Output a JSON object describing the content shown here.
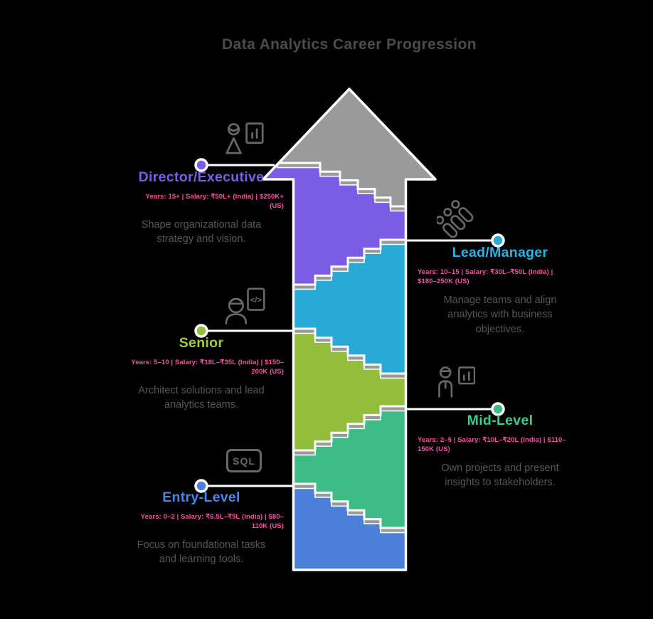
{
  "title": {
    "text": "Data Analytics Career Progression",
    "color": "#4c4c4c"
  },
  "arrow": {
    "head_color": "#9a9a9a",
    "step_color": "#9a9a9a",
    "outline_color": "#ffffff"
  },
  "accents": {
    "subtitle_color": "#f351a5",
    "description_color": "#53575c",
    "icon_color": "#686868"
  },
  "levels": [
    {
      "id": "director",
      "name": "Director/Executive",
      "side": "left",
      "color": "#7b5ce4",
      "title_color": "#7b5ce4",
      "years_salary": "Years: 15+ | Salary: ₹50L+ (India) | $250K+ (US)",
      "description": "Shape organizational data strategy and vision.",
      "icon": "presentation-person-icon"
    },
    {
      "id": "lead-manager",
      "name": "Lead/Manager",
      "side": "right",
      "color": "#29a9d5",
      "title_color": "#2bb3e6",
      "years_salary": "Years: 10–15 | Salary: ₹30L–₹50L (India) | $180–250K (US)",
      "description": "Manage teams and align analytics with business objectives.",
      "icon": "team-diagonal-icon"
    },
    {
      "id": "senior",
      "name": "Senior",
      "side": "left",
      "color": "#93bd3d",
      "title_color": "#a4cc3a",
      "years_salary": "Years: 5–10 | Salary: ₹18L–₹35L (India) | $150–200K (US)",
      "description": "Architect solutions and lead analytics teams.",
      "icon": "engineer-code-icon",
      "icon_text": "</>"
    },
    {
      "id": "mid-level",
      "name": "Mid-Level",
      "side": "right",
      "color": "#3ebc85",
      "title_color": "#3bcd8e",
      "years_salary": "Years: 2–5 | Salary: ₹10L–₹20L (India) | $110–150K (US)",
      "description": "Own projects and present insights to stakeholders.",
      "icon": "person-chart-icon"
    },
    {
      "id": "entry-level",
      "name": "Entry-Level",
      "side": "left",
      "color": "#4a80d9",
      "title_color": "#4a86ea",
      "years_salary": "Years: 0–2 | Salary: ₹6.5L–₹9L (India) | $80–110K (US)",
      "description": "Focus on foundational tasks and learning tools.",
      "icon": "sql-badge-icon",
      "icon_text": "SQL"
    }
  ]
}
